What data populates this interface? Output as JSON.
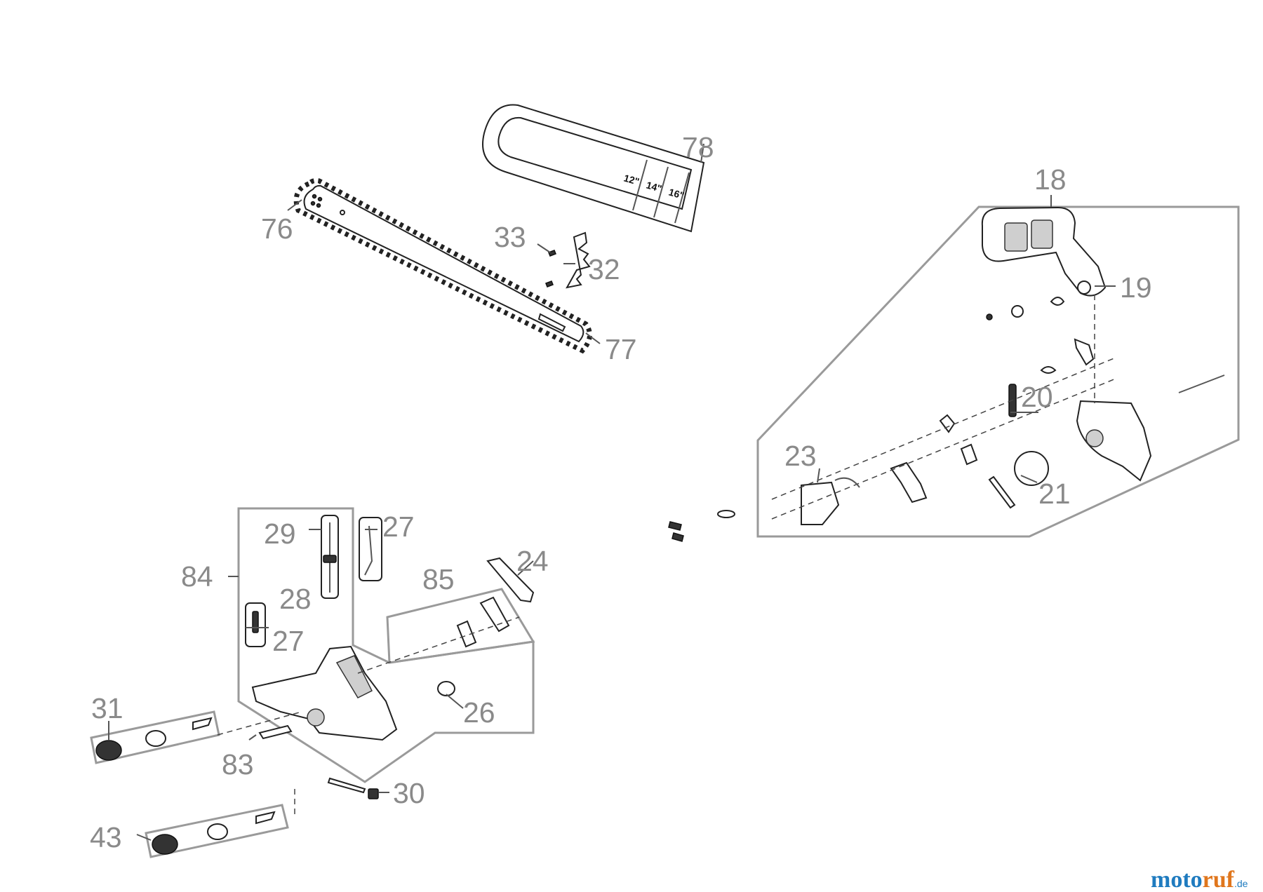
{
  "diagram": {
    "labels": {
      "p18": "18",
      "p19": "19",
      "p20": "20",
      "p21": "21",
      "p23": "23",
      "p24": "24",
      "p26": "26",
      "p27a": "27",
      "p27b": "27",
      "p28": "28",
      "p29": "29",
      "p30": "30",
      "p31": "31",
      "p32": "32",
      "p33": "33",
      "p43": "43",
      "p76": "76",
      "p77": "77",
      "p78": "78",
      "p83": "83",
      "p84": "84",
      "p85": "85"
    },
    "cover_marks": [
      "12\"",
      "14\"",
      "16\""
    ],
    "colors": {
      "label": "#8a8a8a",
      "frame": "#9a9a9a",
      "line": "#222222"
    }
  },
  "watermark": {
    "brand_start": "moto",
    "brand_end": "ruf",
    "suffix": ".de",
    "colors": {
      "blue": "#1f7bbf",
      "orange": "#e0761c"
    }
  }
}
